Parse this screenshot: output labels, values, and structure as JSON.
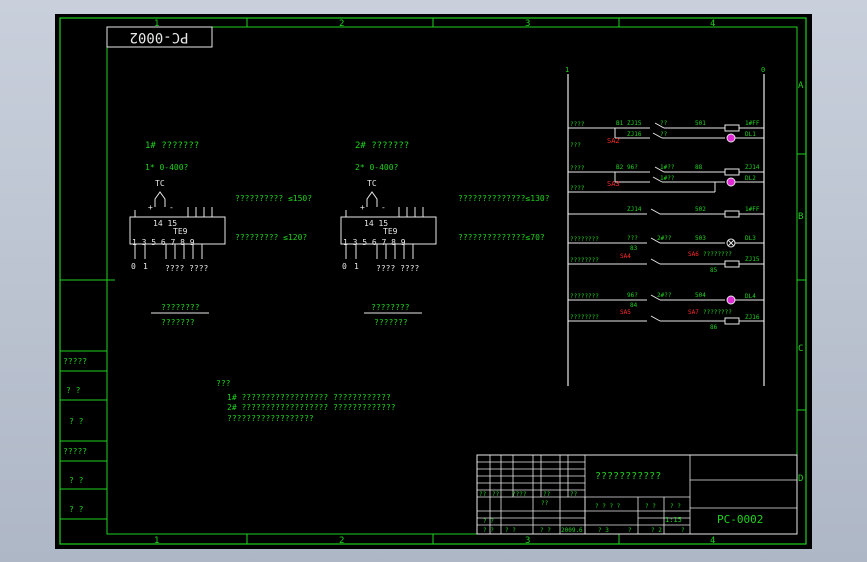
{
  "zones": {
    "columns": [
      "1",
      "2",
      "3",
      "4"
    ],
    "rows": [
      "A",
      "B",
      "C",
      "D"
    ]
  },
  "stamp": "PC-0002",
  "left_panels": {
    "unit1": {
      "title": "1# ???????",
      "range": "1* 0-400?",
      "tc": "TC",
      "plus": "+",
      "minus": "-",
      "term_top": "14 15",
      "model": "TE9",
      "terms": "1 3   5 6 7 8 9",
      "zero": "0",
      "one": "1",
      "qq": "????  ????",
      "set_high": "?????????? ≤150?",
      "set_low": "????????? ≤120?",
      "sig_top": "????????",
      "sig_bottom": "???????"
    },
    "unit2": {
      "title": "2# ???????",
      "range": "2* 0-400?",
      "tc": "TC",
      "plus": "+",
      "minus": "-",
      "term_top": "14 15",
      "model": "TE9",
      "terms": "1 3   5 6 7 8 9",
      "zero": "0",
      "one": "1",
      "qq": "????  ????",
      "set_high": "??????????????≤130?",
      "set_low": "??????????????≤70?",
      "sig_top": "????????",
      "sig_bottom": "???????"
    }
  },
  "notes": {
    "head": "???",
    "line1": "1# ??????????????????   ????????????",
    "line2": "2# ??????????????????   ?????????????",
    "line3": "??????????????????"
  },
  "left_strip": [
    "?????",
    "?   ?",
    "?  ?",
    "?????",
    "?  ?",
    "?  ?"
  ],
  "ladder": {
    "rail_left": "1",
    "rail_right": "0",
    "rungs": [
      {
        "left1": "????",
        "left2": "???",
        "tag1": "B1",
        "tag2": "ZJ15",
        "tag3": "ZJ16",
        "q1": "??",
        "q2": "??",
        "num": "501",
        "end_top": "1#FF",
        "end_bot": "DL1",
        "sa": "SA2"
      },
      {
        "left1": "????",
        "left2": "????",
        "tag1": "B2",
        "tag2": "96?",
        "tag3": "",
        "q1": "1#??",
        "q2": "1#??",
        "num": "88",
        "end_top": "ZJ14",
        "end_bot": "DL2",
        "sa": "SA3"
      },
      {
        "tag3": "ZJ14",
        "num": "502",
        "end_top": "1#FF"
      },
      {
        "left1": "????????",
        "left2": "????????",
        "tag1": "???",
        "tag2": "2#??",
        "num": "503",
        "end_top": "DL3",
        "end_bot": "ZJ15",
        "sa": "SA4",
        "sa2": "SA6",
        "q2": "????????",
        "num2": "85"
      },
      {
        "left1": "????????",
        "left2": "????????",
        "tag1": "96?",
        "tag2": "2#??",
        "num": "504",
        "end_top": "DL4",
        "end_bot": "ZJ16",
        "sa": "SA5",
        "sa2": "SA7",
        "q2": "????????",
        "num2": "86",
        "n83": "83",
        "n84": "84"
      }
    ],
    "misc_83": "83"
  },
  "title_block": {
    "drawing_title": "???????????",
    "number": "PC-0002",
    "row1": [
      "??",
      "??",
      "????",
      "??",
      "??"
    ],
    "row2": [
      "??"
    ],
    "scale": "1:15",
    "sheet_q": "? ? ? ?",
    "sheet_q2": "? ?",
    "sheet_q3": "? ?",
    "bottom": [
      "? ?",
      "? ?",
      "? ?",
      "2009.6",
      "? 3",
      "?",
      "? 2",
      "?"
    ],
    "left_cells": [
      "? ?",
      "? ?"
    ]
  }
}
